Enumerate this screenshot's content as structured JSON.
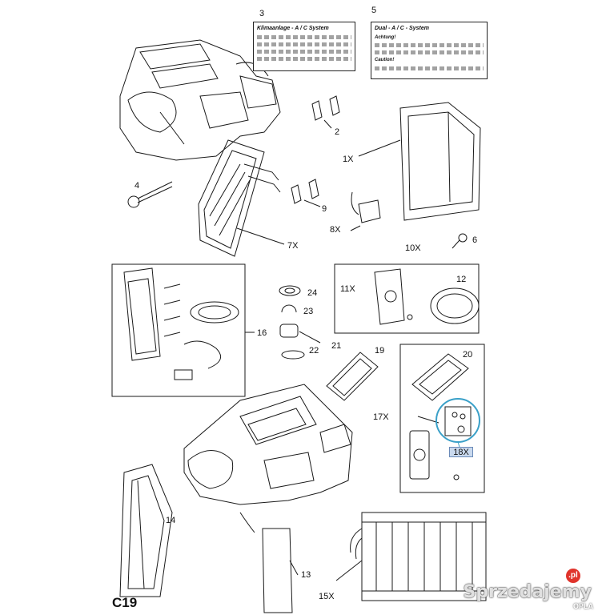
{
  "page_code": "C19",
  "part_labels": {
    "p1": "1X",
    "p2": "2",
    "p3": "3",
    "p4": "4",
    "p5": "5",
    "p6": "6",
    "p7": "7X",
    "p8": "8X",
    "p9": "9",
    "p10": "10X",
    "p11": "11X",
    "p12": "12",
    "p13": "13",
    "p14": "14",
    "p15": "15X",
    "p16": "16",
    "p17": "17X",
    "p18": "18X",
    "p19": "19",
    "p20": "20",
    "p21": "21",
    "p22": "22",
    "p23": "23",
    "p24": "24"
  },
  "label_card_3": {
    "title": "Klimaanlage - A / C System"
  },
  "label_card_5": {
    "title": "Dual - A / C - System",
    "word1": "Achtung!",
    "word2": "Caution!"
  },
  "watermark": {
    "text": "Sprzedajemy",
    "badge": ".pl",
    "sub": "OPLA"
  },
  "colors": {
    "line": "#1a1a1a",
    "highlight_circle": "#3aa0c8",
    "highlight_box": "#c9d9ee"
  }
}
